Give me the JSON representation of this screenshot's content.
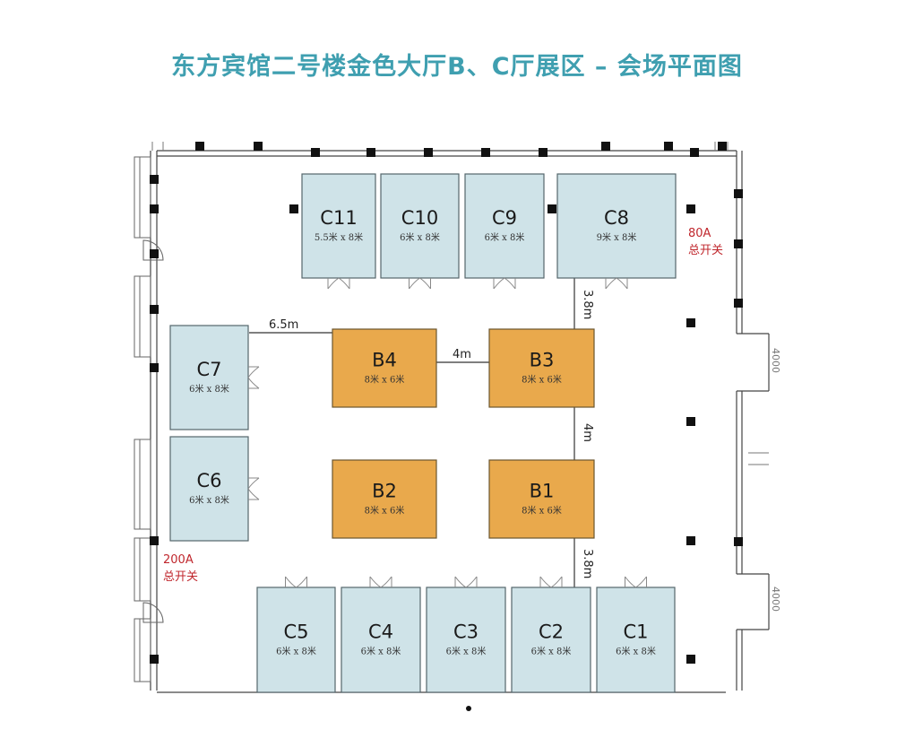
{
  "title": "东方宾馆二号楼金色大厅B、C厅展区 – 会场平面图",
  "colors": {
    "title": "#3f9fb0",
    "booth_c_fill": "#cfe3e8",
    "booth_c_stroke": "#55666c",
    "booth_b_fill": "#e9a94c",
    "booth_b_stroke": "#6b5630",
    "wall": "#444444",
    "pillar": "#111111",
    "power_label": "#c0272d"
  },
  "booths": [
    {
      "id": "C11",
      "size": "5.5米 x 8米",
      "type": "C"
    },
    {
      "id": "C10",
      "size": "6米 x 8米",
      "type": "C"
    },
    {
      "id": "C9",
      "size": "6米 x 8米",
      "type": "C"
    },
    {
      "id": "C8",
      "size": "9米 x 8米",
      "type": "C"
    },
    {
      "id": "C7",
      "size": "6米 x 8米",
      "type": "C"
    },
    {
      "id": "C6",
      "size": "6米 x 8米",
      "type": "C"
    },
    {
      "id": "B4",
      "size": "8米 x 6米",
      "type": "B"
    },
    {
      "id": "B3",
      "size": "8米 x 6米",
      "type": "B"
    },
    {
      "id": "B2",
      "size": "8米 x 6米",
      "type": "B"
    },
    {
      "id": "B1",
      "size": "8米 x 6米",
      "type": "B"
    },
    {
      "id": "C5",
      "size": "6米 x 8米",
      "type": "C"
    },
    {
      "id": "C4",
      "size": "6米 x 8米",
      "type": "C"
    },
    {
      "id": "C3",
      "size": "6米 x 8米",
      "type": "C"
    },
    {
      "id": "C2",
      "size": "6米 x 8米",
      "type": "C"
    },
    {
      "id": "C1",
      "size": "6米 x 8米",
      "type": "C"
    }
  ],
  "dimensions": {
    "c7_to_b4": "6.5m",
    "b4_to_b3": "4m",
    "c8_to_b3": "3.8m",
    "b3_to_b1": "4m",
    "b1_to_c2": "3.8m"
  },
  "power": {
    "main_80a": {
      "amp": "80A",
      "label": "总开关"
    },
    "main_200a": {
      "amp": "200A",
      "label": "总开关"
    }
  },
  "arch_dims": {
    "upper_right": "4000",
    "lower_right": "4000"
  }
}
